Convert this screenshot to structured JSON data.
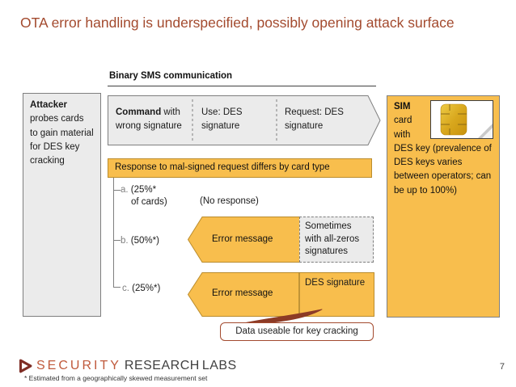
{
  "slide": {
    "title": "OTA error handling is underspecified, possibly opening attack surface",
    "page_number": "7",
    "footnote": "* Estimated from a geographically skewed measurement set"
  },
  "header": {
    "section_label": "Binary SMS communication"
  },
  "attacker": {
    "title": "Attacker",
    "body": "probes cards to gain material for DES key cracking"
  },
  "command": {
    "part1_bold": "Command",
    "part1_rest": " with wrong signature",
    "part2": "Use: DES signature",
    "part3": "Request: DES signature"
  },
  "response": {
    "label": "Response to mal-signed request differs by card type"
  },
  "branches": [
    {
      "id": "a.",
      "share": "(25%*",
      "share_line2": "of cards)",
      "result": "(No response)"
    },
    {
      "id": "b.",
      "share": "(50%*)",
      "box_label": "Error message",
      "note": "Sometimes with all-zeros signatures"
    },
    {
      "id": "c.",
      "share": "(25%*)",
      "box_label": "Error message",
      "note": "DES signature"
    }
  ],
  "callout": {
    "label": "Data useable for key cracking"
  },
  "sim": {
    "bold": "SIM",
    "rest": " card with DES key ",
    "detail": "(prevalence of DES keys varies between operators; can be up to 100%)",
    "icon": "sim-card-icon"
  },
  "logo": {
    "security": "SECURITY",
    "research": "RESEARCH",
    "labs": "LABS",
    "icon": "play-triangle-icon"
  },
  "colors": {
    "accent_orange": "#F8BE4D",
    "orange_border": "#BA8C2D",
    "gray_fill": "#EBEBEB",
    "gray_border": "#7F7F7F",
    "title_color": "#A34A2E",
    "pointer_color": "#8C3B26",
    "logo_maroon": "#7F2E26",
    "logo_orange": "#C05A3C"
  }
}
